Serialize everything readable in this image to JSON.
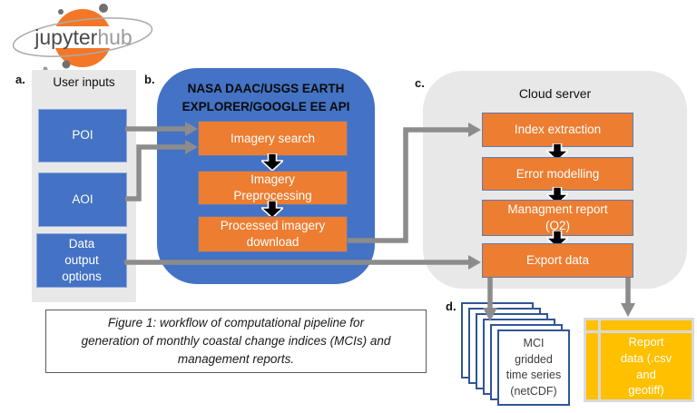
{
  "logo": {
    "jupyter": "jupyter",
    "hub": "hub"
  },
  "sections": {
    "a": {
      "label": "a.",
      "title": "User inputs",
      "poi": "POI",
      "aoi": "AOI",
      "data_output_lines": [
        "Data",
        "output",
        "options"
      ]
    },
    "b": {
      "label": "b.",
      "title_lines": [
        "NASA DAAC/USGS EARTH",
        "EXPLORER/GOOGLE EE API"
      ],
      "box1": "Imagery search",
      "box2_lines": [
        "Imagery",
        "Preprocessing"
      ],
      "box3_lines": [
        "Processed imagery",
        "download"
      ]
    },
    "c": {
      "label": "c.",
      "title": "Cloud server",
      "box1": "Index extraction",
      "box2": "Error modelling",
      "box3_lines": [
        "Managment report",
        "(Q2)"
      ],
      "box4": "Export data"
    },
    "d": {
      "label": "d.",
      "file_lines": [
        "MCI",
        "gridded",
        "time series",
        "(netCDF)"
      ],
      "report_lines": [
        "Report",
        "data (.csv",
        "and",
        "geotiff)"
      ]
    }
  },
  "caption_lines": [
    "Figure 1: workflow of computational pipeline for",
    "generation of monthly coastal change indices (MCIs) and",
    "management reports."
  ],
  "colors": {
    "blue": "#4472C4",
    "orange": "#ED7D31",
    "panel_gray": "#E9E8E8",
    "arrow_gray": "#8C8C8C",
    "yellow": "#FFC000",
    "file_border": "#2F5597",
    "logo_orange": "#F37726"
  }
}
